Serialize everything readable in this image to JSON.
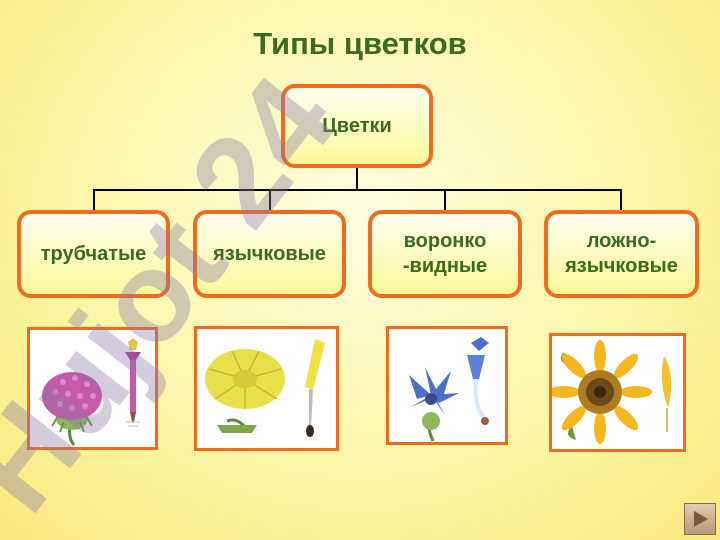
{
  "title": "Типы цветков",
  "root": "Цветки",
  "categories": [
    {
      "label": "трубчатые"
    },
    {
      "label": "язычковые"
    },
    {
      "label": "воронко\n-видные"
    },
    {
      "label": "ложно-\nязычковые"
    }
  ],
  "illustrations": [
    {
      "name": "thistle-flower-image"
    },
    {
      "name": "dandelion-flower-image"
    },
    {
      "name": "cornflower-image"
    },
    {
      "name": "sunflower-image"
    }
  ],
  "watermark": "Hujot 24",
  "colors": {
    "accent": "#f26a1b",
    "text": "#3d6b1e",
    "box_fill": "#fdf89a"
  },
  "nav": {
    "icon": "play-triangle-icon"
  }
}
